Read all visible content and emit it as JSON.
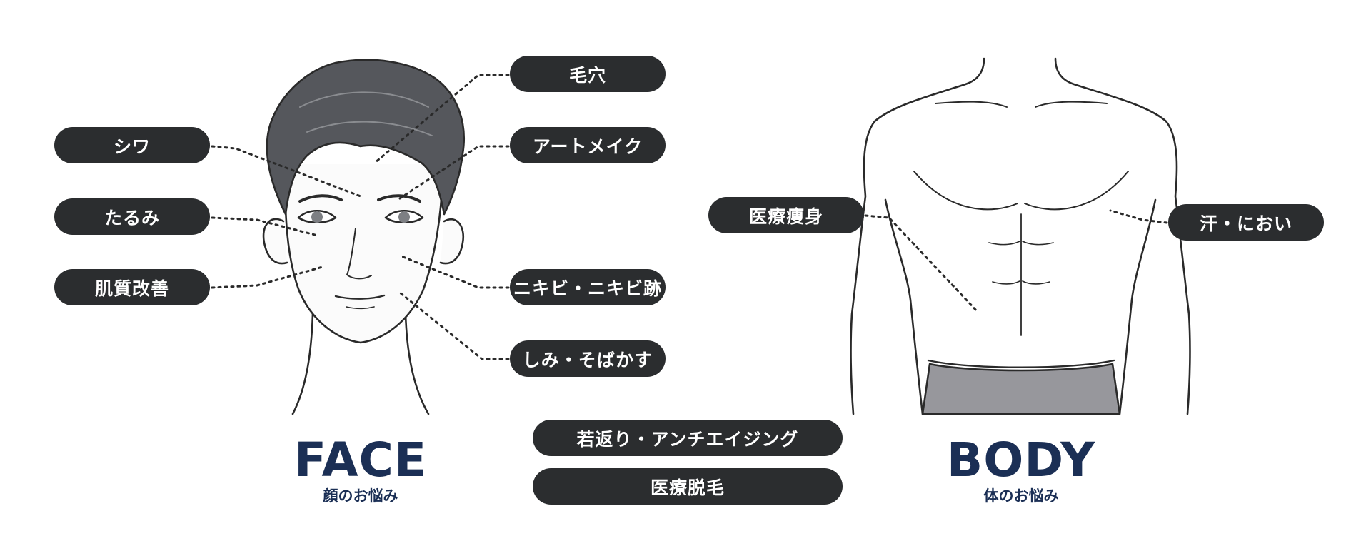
{
  "colors": {
    "pill_bg": "#2b2d2f",
    "pill_text": "#ffffff",
    "heading": "#1b2f55",
    "hair": "#55575c",
    "shorts": "#97979c",
    "outline": "#2a2a2a"
  },
  "face": {
    "title": "FACE",
    "subtitle": "顔のお悩み",
    "labels": {
      "wrinkles": "シワ",
      "sagging": "たるみ",
      "skin_quality": "肌質改善",
      "pores": "毛穴",
      "art_makeup": "アートメイク",
      "acne": "ニキビ・ニキビ跡",
      "spots": "しみ・そばかす"
    }
  },
  "body": {
    "title": "BODY",
    "subtitle": "体のお悩み",
    "labels": {
      "slimming": "医療痩身",
      "sweat_odor": "汗・におい"
    }
  },
  "center": {
    "anti_aging": "若返り・アンチエイジング",
    "hair_removal": "医療脱毛"
  }
}
